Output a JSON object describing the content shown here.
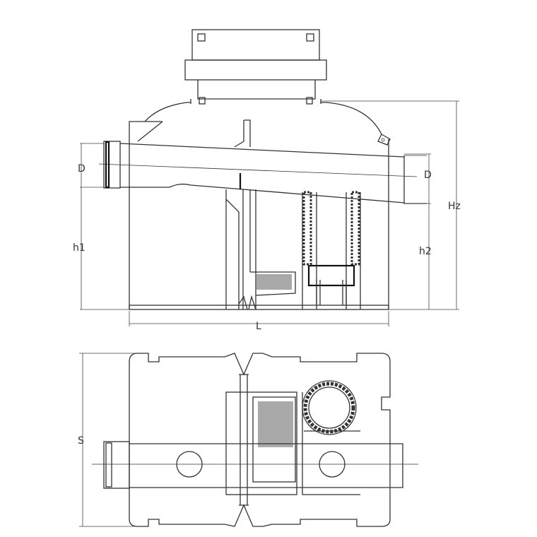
{
  "side_view": {
    "labels": {
      "inlet_diameter": "D",
      "outlet_diameter": "D",
      "total_height": "Hz",
      "inlet_height": "h1",
      "outlet_height": "h2",
      "length": "L"
    }
  },
  "top_view": {
    "labels": {
      "width": "S"
    }
  }
}
